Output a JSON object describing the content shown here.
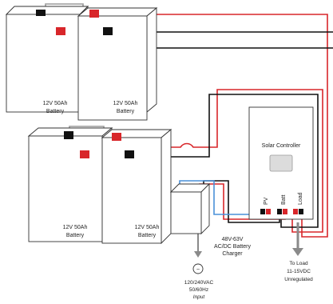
{
  "batteries": [
    {
      "line1": "12V  50Ah",
      "line2": "Battery"
    },
    {
      "line1": "12V  50Ah",
      "line2": "Battery"
    },
    {
      "line1": "12V  50Ah",
      "line2": "Battery"
    },
    {
      "line1": "12V  50Ah",
      "line2": "Battery"
    }
  ],
  "controller": {
    "title": "Solar Controller",
    "terminals": [
      "PV",
      "Batt",
      "Load"
    ]
  },
  "charger": {
    "label_lines": [
      "48V-63V",
      "AC/DC Battery",
      "Charger"
    ],
    "input_lines": [
      "120/240VAC",
      "50/60Hz",
      "Input"
    ],
    "ac_symbol": "~"
  },
  "load": {
    "label_lines": [
      "To Load",
      "11-15VDC",
      "Unregulated"
    ]
  },
  "colors": {
    "positive_wire": "#d8262a",
    "negative_wire": "#111111",
    "ac_wire": "#4a90d9",
    "jumper_wire": "#9a9a9a"
  }
}
